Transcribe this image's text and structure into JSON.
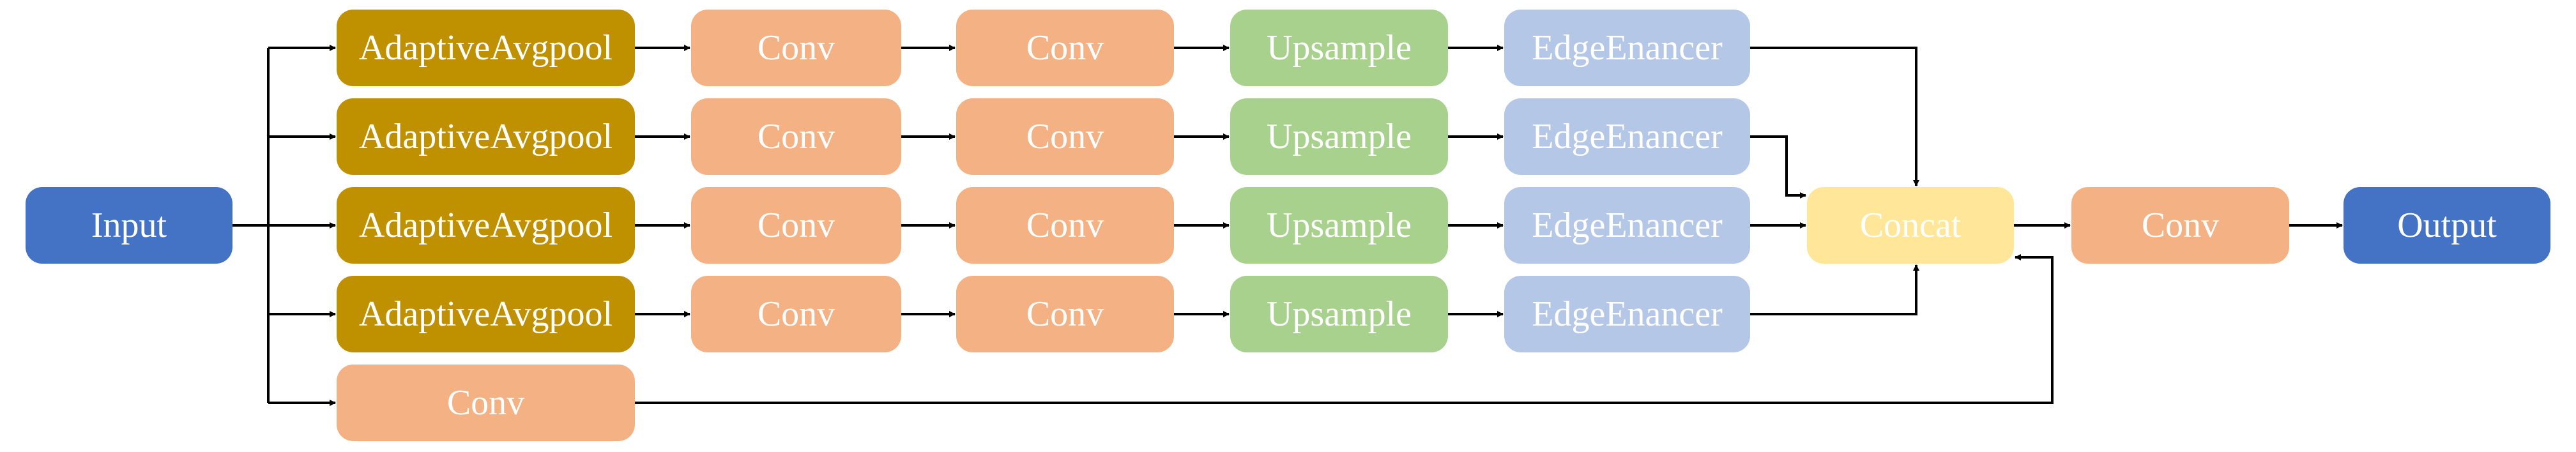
{
  "colors": {
    "input_output": "#4472c4",
    "adaptive_pool": "#bf9000",
    "conv": "#f4b183",
    "upsample": "#a9d18e",
    "edge": "#b4c7e7",
    "concat": "#ffe699",
    "line": "#000000"
  },
  "diagram": {
    "input": "Input",
    "output": "Output",
    "concat": "Concat",
    "final_conv": "Conv",
    "shortcut_conv": "Conv",
    "branches": [
      {
        "pool": "AdaptiveAvgpool",
        "conv1": "Conv",
        "conv2": "Conv",
        "upsample": "Upsample",
        "edge": "EdgeEnancer"
      },
      {
        "pool": "AdaptiveAvgpool",
        "conv1": "Conv",
        "conv2": "Conv",
        "upsample": "Upsample",
        "edge": "EdgeEnancer"
      },
      {
        "pool": "AdaptiveAvgpool",
        "conv1": "Conv",
        "conv2": "Conv",
        "upsample": "Upsample",
        "edge": "EdgeEnancer"
      },
      {
        "pool": "AdaptiveAvgpool",
        "conv1": "Conv",
        "conv2": "Conv",
        "upsample": "Upsample",
        "edge": "EdgeEnancer"
      }
    ]
  }
}
